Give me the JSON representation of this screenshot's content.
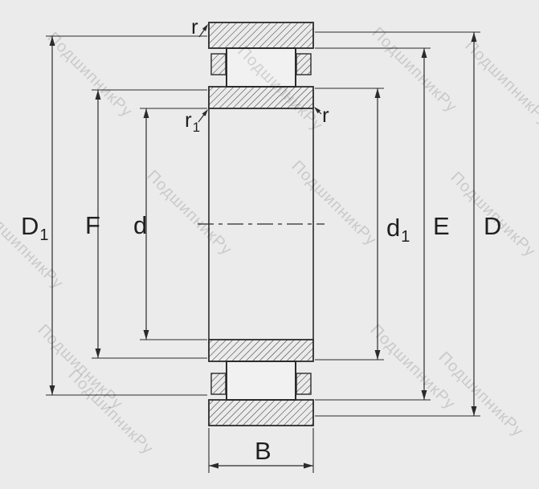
{
  "watermark": {
    "text": "ПодшипникРу"
  },
  "labels": {
    "D1": {
      "main": "D",
      "sub": "1"
    },
    "F": {
      "main": "F"
    },
    "d": {
      "main": "d"
    },
    "d1": {
      "main": "d",
      "sub": "1"
    },
    "E": {
      "main": "E"
    },
    "D": {
      "main": "D"
    },
    "B": {
      "main": "B"
    },
    "r_top": {
      "main": "r"
    },
    "r1": {
      "main": "r",
      "sub": "1"
    },
    "r_right": {
      "main": "r"
    }
  },
  "colors": {
    "background": "#ebebeb",
    "line": "#2b2b2b",
    "watermark_color": "rgba(0,0,0,0.14)"
  }
}
